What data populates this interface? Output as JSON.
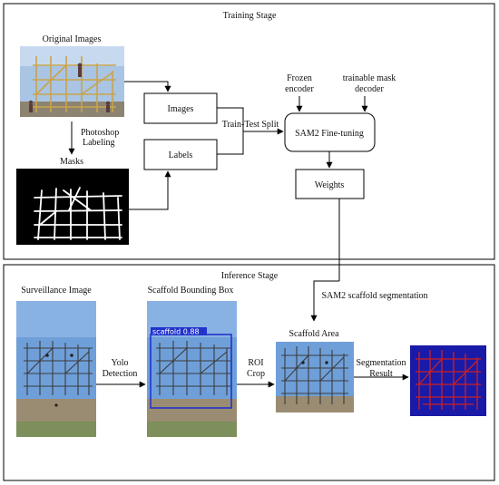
{
  "training": {
    "title": "Training Stage",
    "original_images_label": "Original Images",
    "photoshop_label_line1": "Photoshop",
    "photoshop_label_line2": "Labeling",
    "masks_label": "Masks",
    "images_box": "Images",
    "labels_box": "Labels",
    "split_label": "Train-Test Split",
    "frozen_line1": "Frozen",
    "frozen_line2": "encoder",
    "trainable_line1": "trainable mask",
    "trainable_line2": "decoder",
    "finetune_box": "SAM2 Fine-tuning",
    "weights_box": "Weights"
  },
  "inference": {
    "title": "Inference Stage",
    "surveillance_label": "Surveillance Image",
    "bbox_label": "Scaffold Bounding Box",
    "detection_score": "scaffold 0.88",
    "yolo_line1": "Yolo",
    "yolo_line2": "Detection",
    "roi_line1": "ROI",
    "roi_line2": "Crop",
    "sam2_seg_label": "SAM2 scaffold segmentation",
    "scaffold_area_label": "Scaffold Area",
    "seg_result_line1": "Segmentation",
    "seg_result_line2": "Result"
  },
  "colors": {
    "sky": "#6f9fd9",
    "ground": "#9a8c72",
    "scaffold": "#3b3b3b",
    "mask_bg": "#000000",
    "mask_fg": "#ffffff",
    "bbox": "#2233cc",
    "seg_bg": "#1a1aa8",
    "seg_fg": "#cc2020"
  }
}
